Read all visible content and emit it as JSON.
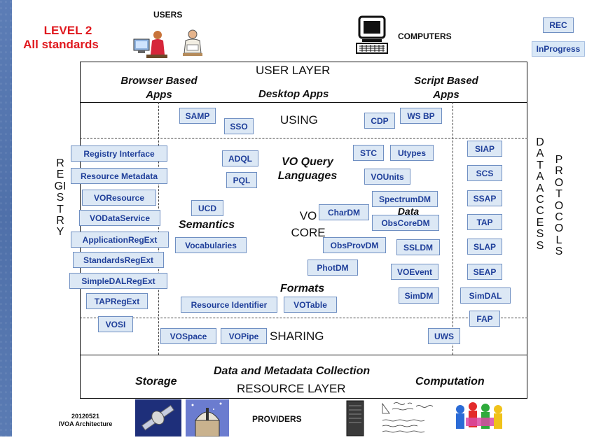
{
  "header": {
    "level": "LEVEL 2",
    "all_standards": "All standards",
    "users": "USERS",
    "computers": "COMPUTERS"
  },
  "legend": {
    "rec": "REC",
    "inprogress": "InProgress"
  },
  "user_layer": {
    "title": "USER LAYER",
    "browser_apps": "Browser Based Apps",
    "desktop_apps": "Desktop Apps",
    "script_apps": "Script Based Apps"
  },
  "using": "USING",
  "sharing": "SHARING",
  "vo_core": "VO CORE",
  "section_labels": {
    "query_languages": "VO Query Languages",
    "semantics": "Semantics",
    "data_models": "Data Models",
    "formats": "Formats"
  },
  "side_labels": {
    "registry": "REGISTRY",
    "data_access": "DATA ACCESS",
    "protocols": "PROTOCOLS"
  },
  "resource_layer": {
    "title": "RESOURCE LAYER",
    "collection": "Data and Metadata Collection",
    "storage": "Storage",
    "computation": "Computation"
  },
  "footer": {
    "date": "20120521",
    "arch": "IVOA Architecture",
    "providers": "PROVIDERS"
  },
  "standards": {
    "samp": "SAMP",
    "sso": "SSO",
    "cdp": "CDP",
    "wsbp": "WS BP",
    "registry_interface": "Registry Interface",
    "resource_metadata": "Resource Metadata",
    "voresource": "VOResource",
    "vodataservice": "VODataService",
    "applicationregext": "ApplicationRegExt",
    "standardsregext": "StandardsRegExt",
    "simpledalregext": "SimpleDALRegExt",
    "tapregext": "TAPRegExt",
    "vosi": "VOSI",
    "adql": "ADQL",
    "pql": "PQL",
    "ucd": "UCD",
    "vocabularies": "Vocabularies",
    "stc": "STC",
    "utypes": "Utypes",
    "vounits": "VOUnits",
    "spectrumdm": "SpectrumDM",
    "chardm": "CharDM",
    "obscoredm": "ObsCoreDM",
    "obsprovdm": "ObsProvDM",
    "ssldm": "SSLDM",
    "photdm": "PhotDM",
    "voevent": "VOEvent",
    "simdm": "SimDM",
    "resource_identifier": "Resource Identifier",
    "votable": "VOTable",
    "vospace": "VOSpace",
    "vopipe": "VOPipe",
    "uws": "UWS",
    "siap": "SIAP",
    "scs": "SCS",
    "ssap": "SSAP",
    "tap": "TAP",
    "slap": "SLAP",
    "seap": "SEAP",
    "simdal": "SimDAL",
    "fap": "FAP"
  },
  "colors": {
    "level_red": "#e0181e",
    "box_fill": "#dce8f5",
    "box_text": "#1f3f9a",
    "background_blue": "#5276b0"
  }
}
